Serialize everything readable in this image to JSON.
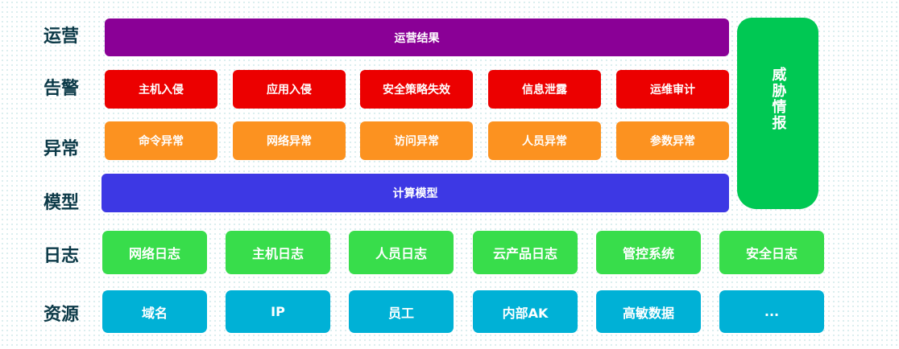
{
  "layers": {
    "ops": "运营",
    "alert": "告警",
    "anomaly": "异常",
    "model": "模型",
    "log": "日志",
    "resource": "资源"
  },
  "ops_result": "运营结果",
  "alerts": [
    "主机入侵",
    "应用入侵",
    "安全策略失效",
    "信息泄露",
    "运维审计"
  ],
  "anomalies": [
    "命令异常",
    "网络异常",
    "访问异常",
    "人员异常",
    "参数异常"
  ],
  "model": "计算模型",
  "logs": [
    "网络日志",
    "主机日志",
    "人员日志",
    "云产品日志",
    "管控系统",
    "安全日志"
  ],
  "resources": [
    "域名",
    "IP",
    "员工",
    "内部AK",
    "高敏数据",
    "..."
  ],
  "threat_intel": "威胁情报",
  "colors": {
    "ops": "#8a0096",
    "alert": "#ec0000",
    "anomaly": "#fc9220",
    "model": "#3d38e4",
    "intel": "#00c853",
    "log": "#38dd4b",
    "resource": "#00b1d6"
  }
}
